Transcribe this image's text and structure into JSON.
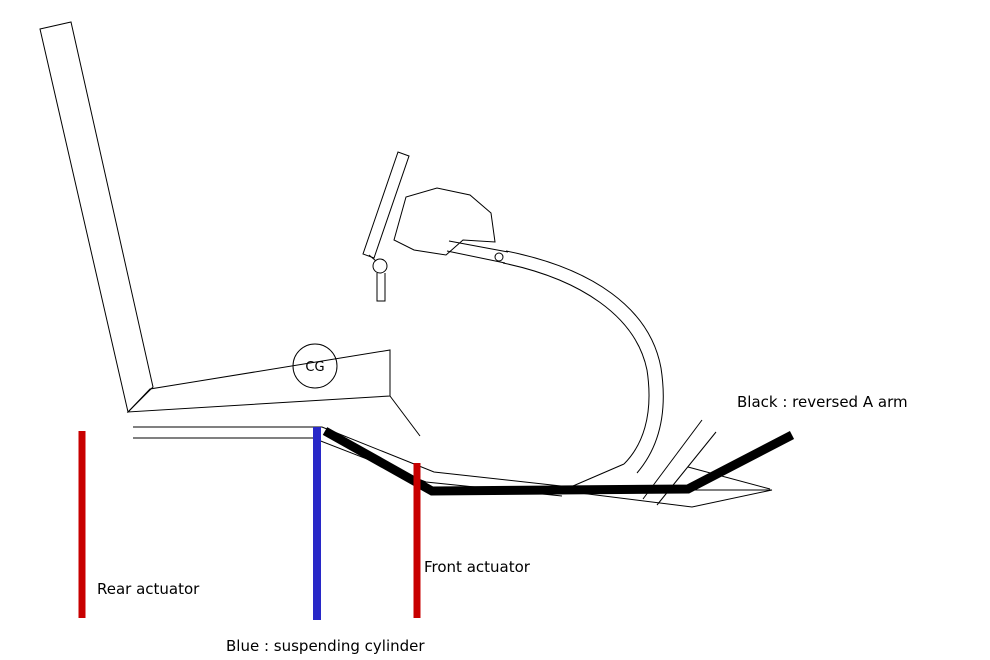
{
  "labels": {
    "a_arm": "Black : reversed A arm",
    "rear_actuator": "Rear actuator",
    "front_actuator": "Front actuator",
    "suspending_cylinder": "Blue : suspending cylinder",
    "cg": "CG"
  },
  "colors": {
    "actuator_red": "#c80000",
    "cylinder_blue": "#2828c8",
    "a_arm_black": "#000000",
    "sketch_stroke": "#000000",
    "background": "#ffffff"
  }
}
